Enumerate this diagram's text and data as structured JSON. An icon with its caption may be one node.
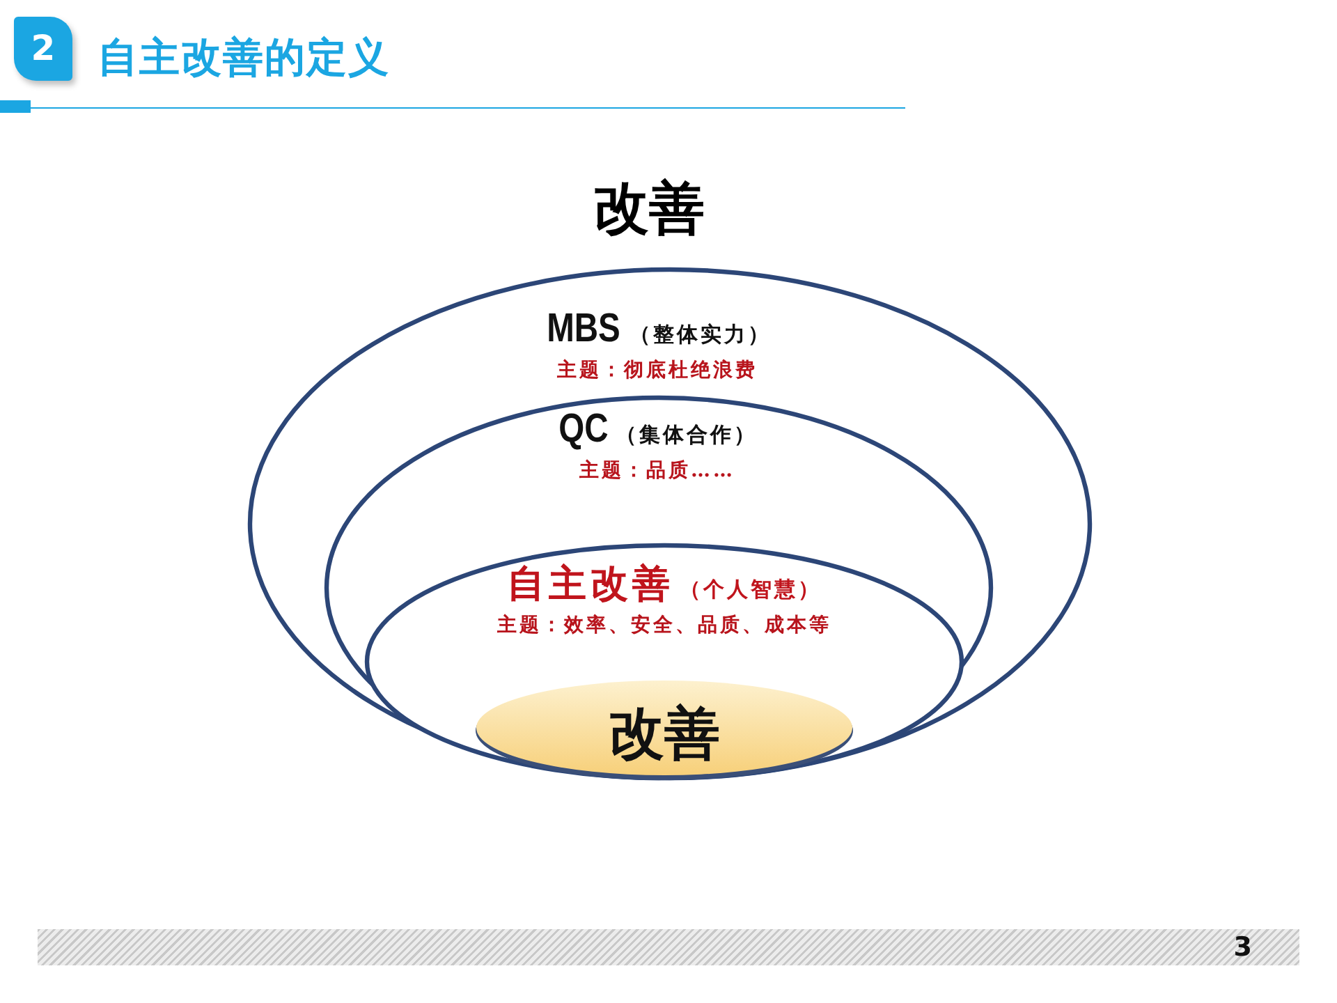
{
  "diagram": {
    "title": "自主改善的定义",
    "nodes": [
      {
        "text": [
          "2"
        ]
      },
      {
        "text": [
          "MBS",
          "（整体实力）",
          "主题：彻底杜绝浪费"
        ]
      },
      {
        "text": [
          "QC",
          "（集体合作）",
          "主题：品质……"
        ],
        "in": 1
      },
      {
        "text": [
          "自主改善",
          "（个人智慧）",
          "主题：效率、安全、品质、成本等"
        ],
        "in": 2
      },
      {
        "text": [
          "改善"
        ],
        "in": 3
      },
      {
        "text": [
          "3"
        ]
      }
    ],
    "labels": [
      "改善"
    ]
  }
}
